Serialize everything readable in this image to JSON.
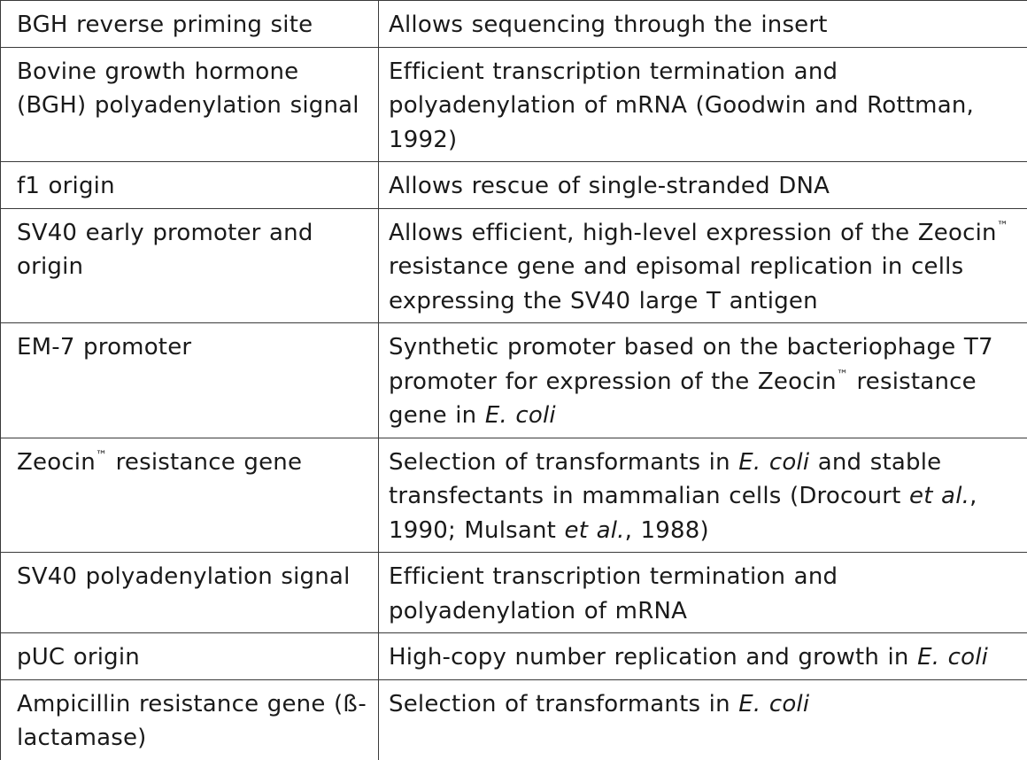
{
  "rows": [
    {
      "feature": "BGH reverse priming site",
      "benefit": "Allows sequencing through the insert"
    },
    {
      "feature": "Bovine growth hormone (BGH) polyadenylation signal",
      "benefit": "Efficient transcription termination and polyadenylation of mRNA (Goodwin and Rottman, 1992)"
    },
    {
      "feature": "f1 origin",
      "benefit": "Allows rescue of single-stranded DNA"
    },
    {
      "feature": "SV40 early promoter and origin",
      "benefit_a": "Allows efficient, high-level expression of the Zeocin",
      "benefit_b": "resistance gene and episomal replication in cells expressing the SV40 large T antigen"
    },
    {
      "feature": "EM-7 promoter",
      "benefit_a": "Synthetic promoter based on the bacteriophage T7 promoter for expression of the Zeocin",
      "benefit_b": "resistance gene in ",
      "benefit_c": "E. coli"
    },
    {
      "feature_a": "Zeocin",
      "feature_b": "resistance gene",
      "benefit_a": "Selection of transformants in ",
      "benefit_b": "E. coli",
      "benefit_c": " and stable transfectants in mammalian cells (Drocourt ",
      "benefit_d": "et al.",
      "benefit_e": ", 1990; Mulsant ",
      "benefit_f": "et al.",
      "benefit_g": ", 1988)"
    },
    {
      "feature": "SV40 polyadenylation signal",
      "benefit": "Efficient transcription termination and polyadenylation of mRNA"
    },
    {
      "feature": "pUC origin",
      "benefit_a": "High-copy number replication and growth in ",
      "benefit_b": "E. coli"
    },
    {
      "feature": "Ampicillin resistance gene (ß-lactamase)",
      "benefit_a": "Selection of transformants in ",
      "benefit_b": "E. coli"
    }
  ],
  "trademark_symbol": "™"
}
